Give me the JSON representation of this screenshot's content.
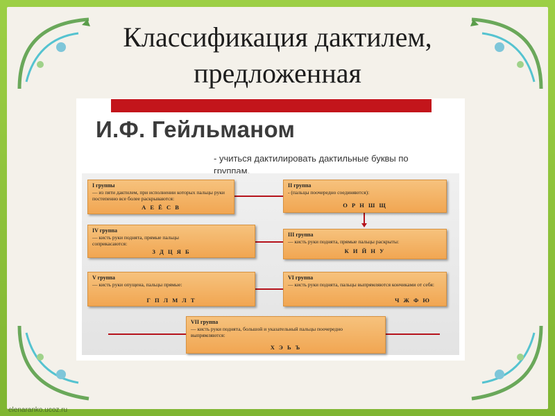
{
  "title_line1": "Классификация дактилем,",
  "title_line2": "предложенная",
  "heading": "И.Ф. Гейльманом",
  "note": "- учиться дактилировать дактильные буквы по группам.",
  "groups": [
    {
      "title": "I группы",
      "desc": "— из пяти дактилем, при исполнении которых пальцы руки постепенно все более раскрываются:",
      "letters": "А Е Ё С В"
    },
    {
      "title": "II группа",
      "desc": "- (пальцы поочередно соединяются):",
      "letters": "О Р Н Ш Щ"
    },
    {
      "title": "III группа",
      "desc": "— кисть руки поднята, прямые пальцы раскрыты:",
      "letters": "К И Й Н У"
    },
    {
      "title": "IV группа",
      "desc": "— кисть руки поднята, прямые пальцы соприкасаются:",
      "letters": "З Д Ц Я Б"
    },
    {
      "title": "V группа",
      "desc": "— кисть руки опущена, пальцы прямые:",
      "letters": "Г П Л М Л Т"
    },
    {
      "title": "VI группа",
      "desc": "— кисть руки поднята, пальцы выпрямляются кончиками от себя:",
      "letters": "Ч Ж Ф Ю"
    },
    {
      "title": "VII группа",
      "desc": "— кисть руки поднята, большой и указательный пальцы поочередно выпрямляются:",
      "letters": "Х Э Ь Ъ"
    }
  ],
  "footer": "elenaranko.ucoz.ru",
  "colors": {
    "frame": "#8fc23b",
    "paper": "#f4f1ea",
    "accent_red": "#c3151b",
    "box": "#f1a652"
  }
}
